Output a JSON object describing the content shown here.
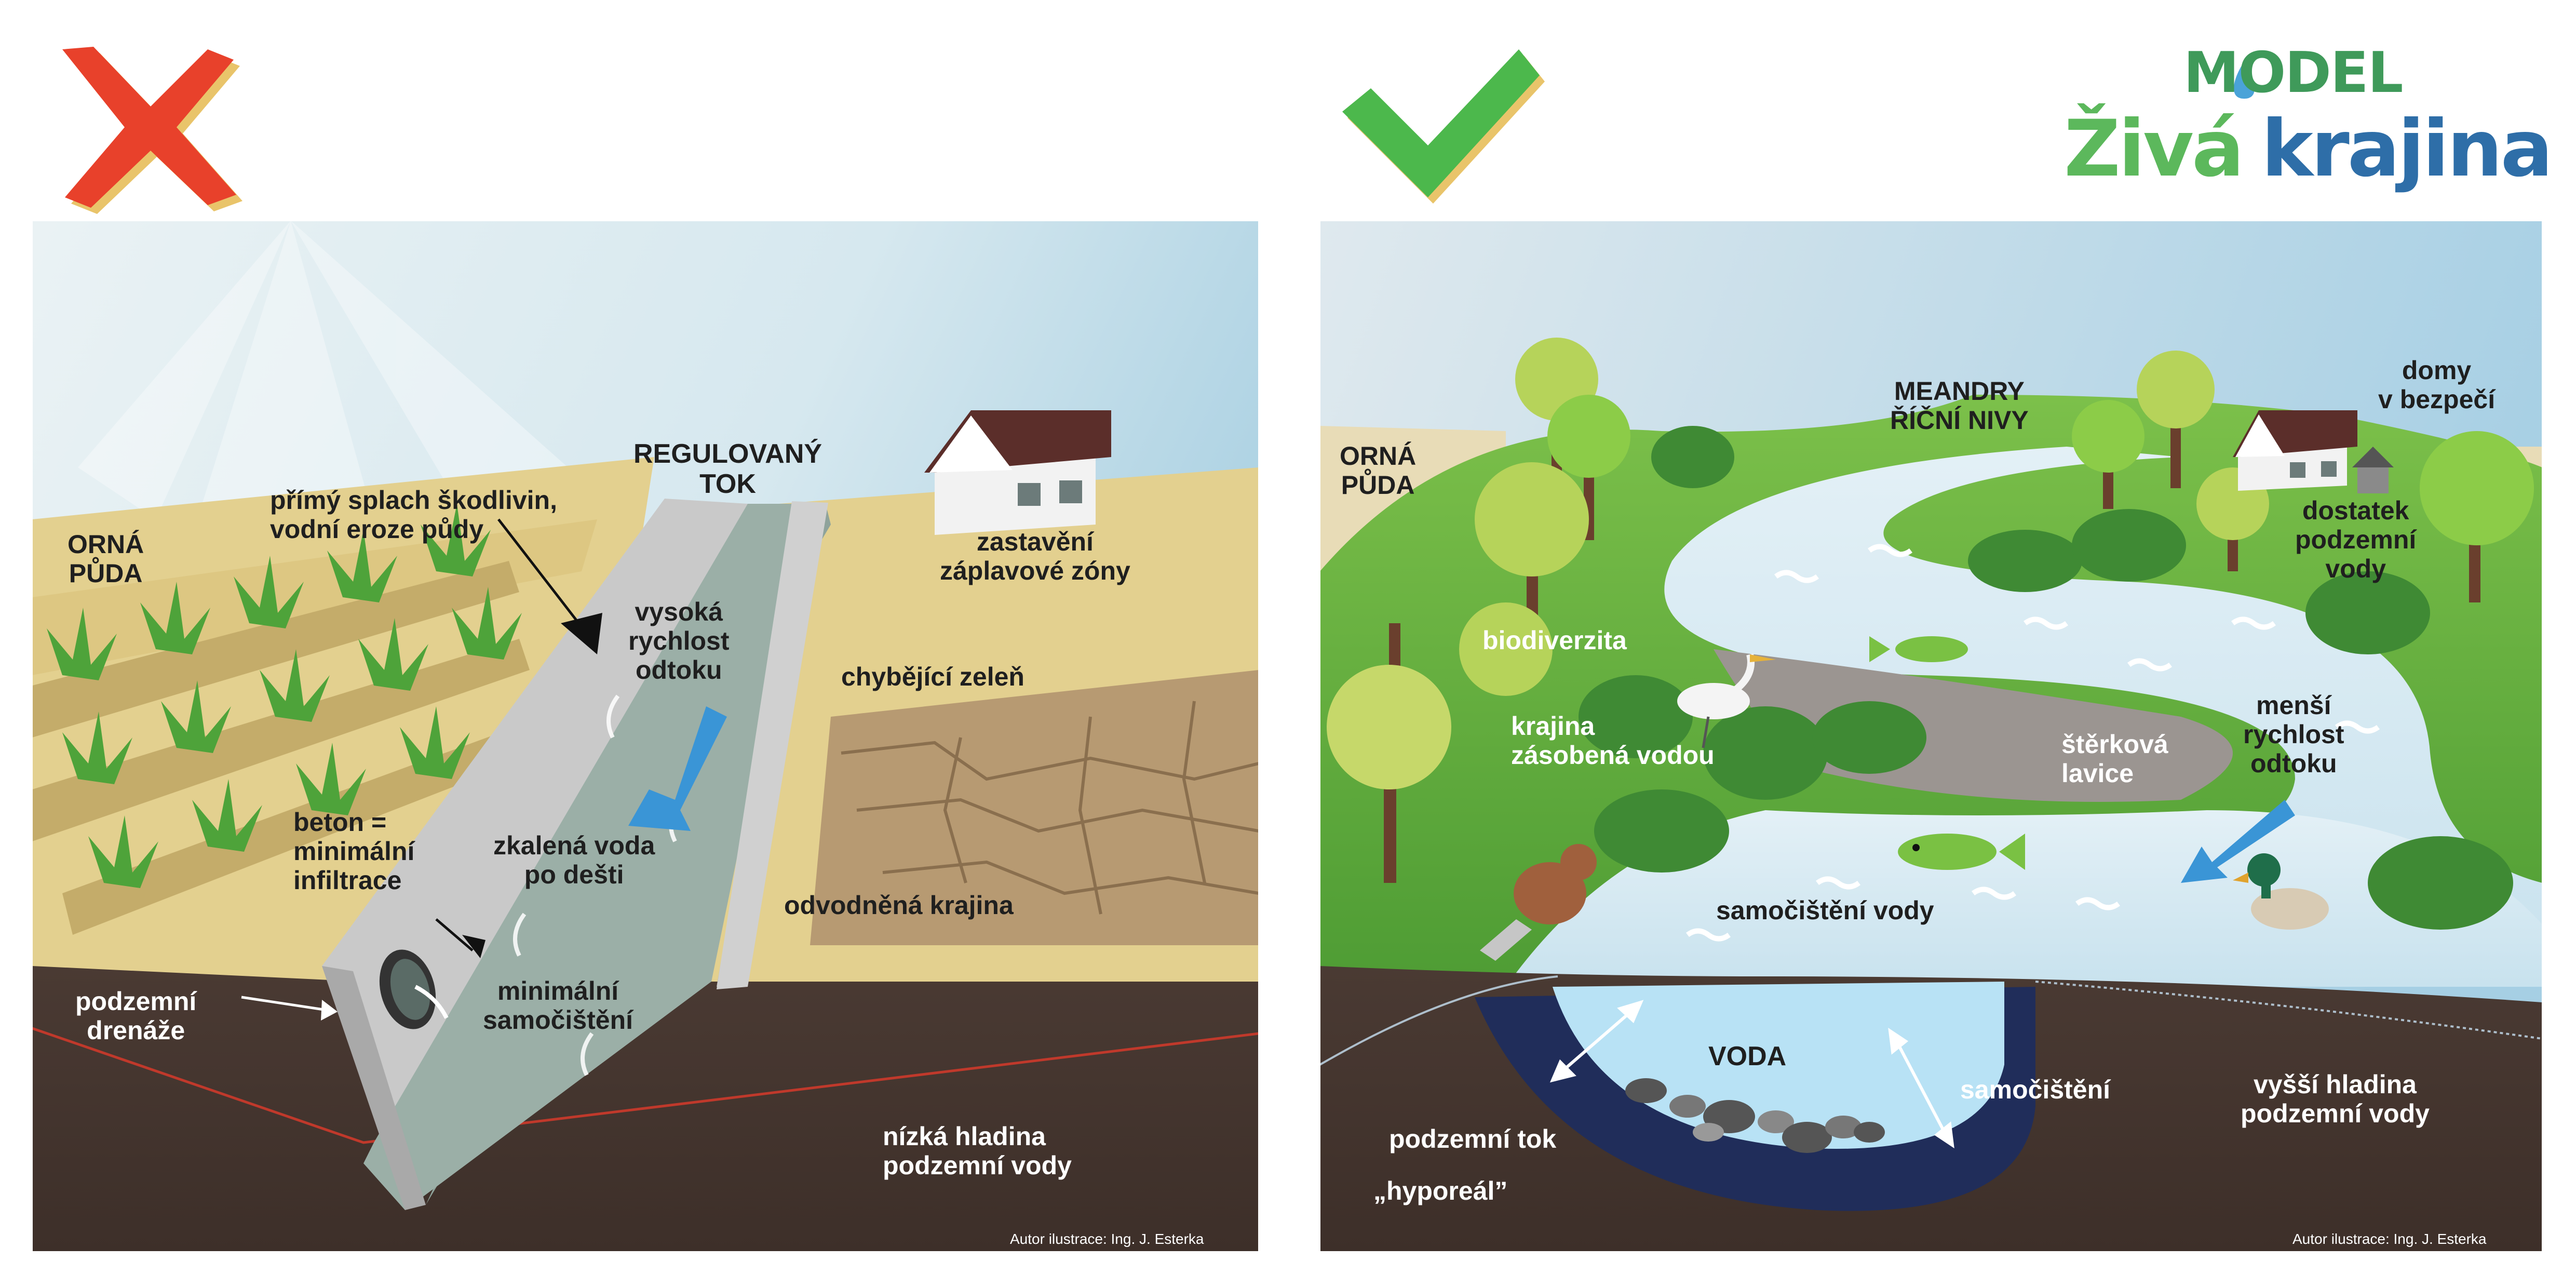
{
  "logo": {
    "line1": "MODEL",
    "line2_a": "Živá",
    "line2_b": "krajina",
    "colors": {
      "green": "#5cb85c",
      "blue": "#2e6ea8",
      "drop": "#4aa3d8"
    }
  },
  "left_panel": {
    "status_icon": "cross-icon",
    "status_color": "#e8412b",
    "labels": {
      "orna_puda": "ORNÁ\nPŮDA",
      "primy_splach": "přímý splach škodlivin,\nvodní eroze půdy",
      "regulovany_tok": "REGULOVANÝ\nTOK",
      "zastaveni": "zastavění\nzáplavové zóny",
      "vysoka_rychlost": "vysoká\nrychlost\nodtoku",
      "chybejici_zelen": "chybějící zeleň",
      "beton": "beton =\nminimální\ninfiltrace",
      "zkalena_voda": "zkalená voda\npo dešti",
      "odvodnena": "odvodněná krajina",
      "podzemni_drenaze": "podzemní\ndrenáže",
      "minimalni_samocisteni": "minimální\nsamočištění",
      "nizka_hladina": "nízká hladina\npodzemní vody"
    },
    "credit": "Autor ilustrace: Ing. J. Esterka"
  },
  "right_panel": {
    "status_icon": "check-icon",
    "status_color": "#4cb84c",
    "labels": {
      "orna_puda": "ORNÁ\nPŮDA",
      "meandry": "MEANDRY\nŘÍČNÍ NIVY",
      "domy": "domy\nv bezpečí",
      "dostatek": "dostatek\npodzemní\nvody",
      "biodiverzita": "biodiverzita",
      "krajina_zasobena": "krajina\nzásobená vodou",
      "sterkova_lavice": "štěrková\nlavice",
      "mensi_rychlost": "menší\nrychlost\nodtoku",
      "samocisteni_vody": "samočištění vody",
      "voda": "VODA",
      "samocisteni": "samočištění",
      "vyssi_hladina": "vyšší hladina\npodzemní vody",
      "podzemni_tok": "podzemní tok",
      "hyporeal": "„hyporeál”"
    },
    "credit": "Autor ilustrace: Ing. J. Esterka"
  }
}
